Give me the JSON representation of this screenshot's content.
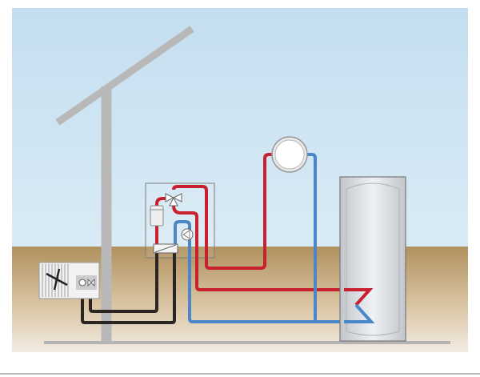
{
  "diagram": {
    "colors": {
      "sky": "#cfe4f2",
      "ground": "#b99a6a",
      "hot_pipe": "#c8202e",
      "cold_pipe": "#4a86c8",
      "refrigerant_pipe": "#2a2522",
      "pole": "#b8b8b8",
      "tank": "#d6dade"
    },
    "components": [
      "outdoor-unit",
      "indoor-module",
      "heat-exchanger",
      "pump",
      "three-way-valve",
      "backup-heater",
      "radiator",
      "hot-water-tank",
      "antenna-pole"
    ]
  }
}
